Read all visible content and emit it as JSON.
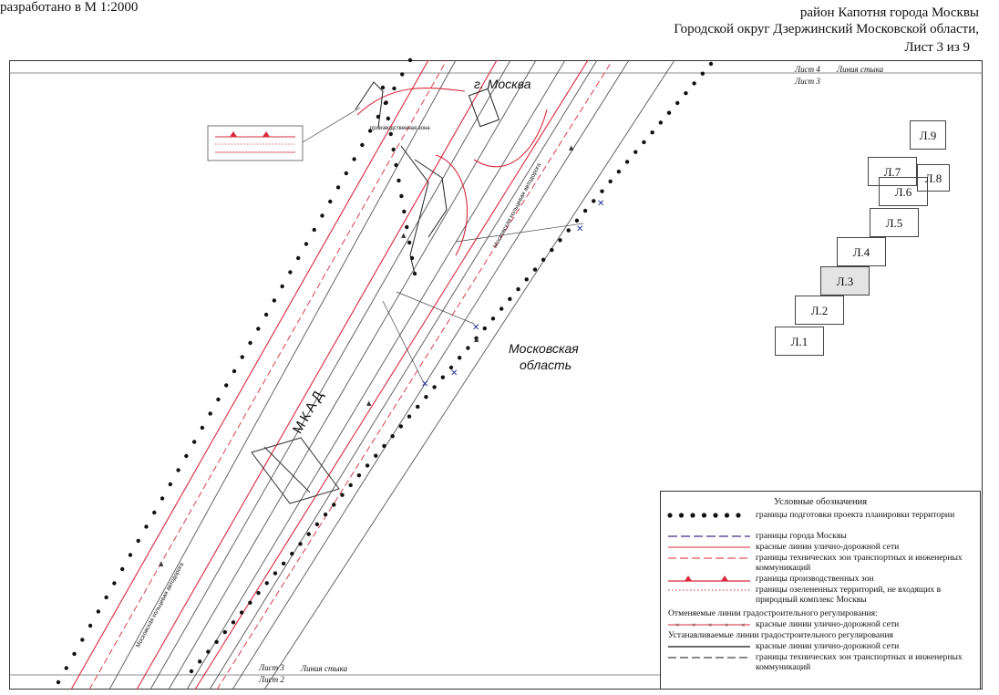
{
  "header": {
    "scale_note": "разработано в М 1:2000",
    "district": "район Капотня города Москвы",
    "okrug": "Городской округ Дзержинский Московской области,",
    "sheet": "Лист 3 из 9"
  },
  "seams": {
    "top_upper": "Лист 4",
    "top_label": "Линия стыка",
    "top_lower": "Лист 3",
    "bottom_upper": "Лист 3",
    "bottom_label": "Линия стыка",
    "bottom_lower": "Лист 2"
  },
  "map_labels": {
    "moscow": "г. Москва",
    "oblast_line1": "Московская",
    "oblast_line2": "область",
    "mkad": "МКАД",
    "ring_road_upper": "Московская кольцевая автодорога",
    "ring_road_lower": "Московская кольцевая автодорога",
    "industrial_zone": "производственная зона"
  },
  "sheet_index": {
    "current": "Л.3",
    "sheets": [
      "Л.1",
      "Л.2",
      "Л.3",
      "Л.4",
      "Л.5",
      "Л.6",
      "Л.7",
      "Л.8",
      "Л.9"
    ]
  },
  "legend": {
    "title": "Условные обозначения",
    "items": [
      {
        "text": "границы подготовки проекта планировки территории",
        "symbol": "dots-black"
      },
      {
        "text": "границы города Москвы",
        "symbol": "dash-purple"
      },
      {
        "text": "красные линии улично-дорожной сети",
        "symbol": "line-red-thin"
      },
      {
        "text": "границы технических зон транспортных и инженерных коммуникаций",
        "symbol": "dash-red"
      },
      {
        "text": "границы производственных зон",
        "symbol": "red-triangles"
      },
      {
        "text": "границы озелененных территорий, не входящих в природный комплекс Москвы",
        "symbol": "dotted-red"
      }
    ],
    "cancelled_heading": "Отменяемые линии градостроительного регулирования:",
    "cancelled_items": [
      {
        "text": "красные линии улично-дорожной сети",
        "symbol": "red-crosses"
      }
    ],
    "established_heading": "Устанавливаемые линии градостроительного регулирования",
    "established_items": [
      {
        "text": "красные линии улично-дорожной сети",
        "symbol": "line-black"
      },
      {
        "text": "границы технических зон транспортных и инженерных коммуникаций",
        "symbol": "dash-black"
      }
    ]
  },
  "colors": {
    "red_line": "#d8283a",
    "boundary_dots": "#111111",
    "moscow_boundary": "#6a4c9c",
    "road_line": "#555555",
    "utility_marker": "#1b2f9a"
  }
}
